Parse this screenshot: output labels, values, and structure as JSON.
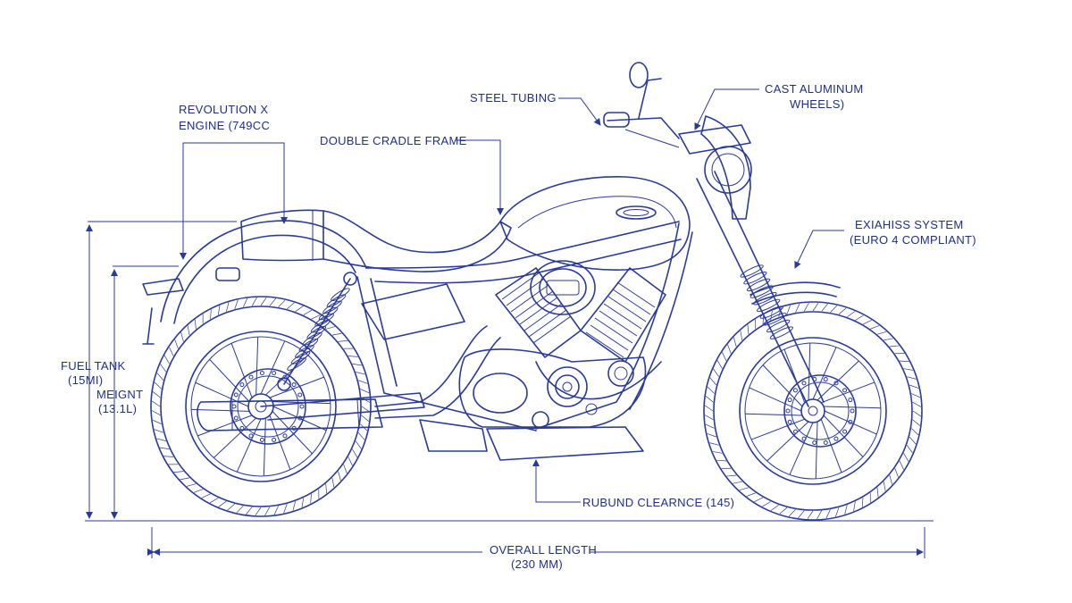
{
  "labels": {
    "engine_line1": "REVOLUTION X",
    "engine_line2": "ENGINE (749CC",
    "frame": "DOUBLE CRADLE FRAME",
    "tubing": "STEEL TUBING",
    "wheels_line1": "CAST ALUMINUM",
    "wheels_line2": "WHEELS)",
    "exhaust_line1": "EXIAHISS SYSTEM",
    "exhaust_line2": "(EURO 4 COMPLIANT)",
    "fuel_line1": "FUEL TANK",
    "fuel_line2": "(15MI)",
    "height_line1": "MEIGNT",
    "height_line2": "(13.1L)",
    "ground_clearance": "RUBUND CLEARNCE (145)",
    "length_line1": "OVERALL LENGTH",
    "length_line2": "(230 MM)"
  },
  "colors": {
    "ink": "#2a3a9a",
    "text": "#1e2f8c",
    "background": "#ffffff"
  }
}
